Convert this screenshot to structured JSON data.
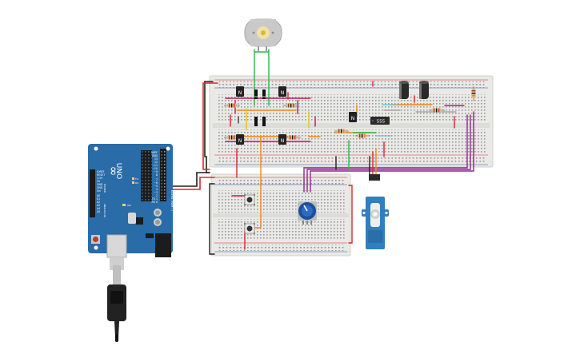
{
  "arduino": {
    "board_name": "UNO",
    "brand_mark": "∞",
    "on_label": "ON",
    "tx_label": "TX",
    "rx_label": "RX",
    "pin_labels": [
      "AREF",
      "GND",
      "13",
      "12",
      "~11",
      "~10",
      "~9",
      "8",
      "7",
      "~6",
      "~5",
      "4",
      "~3",
      "2",
      "TX 1",
      "RX 0"
    ],
    "power_labels": [
      "IOREF",
      "RESET",
      "3.3V",
      "5V",
      "GND",
      "GND",
      "Vin"
    ],
    "analog_labels": [
      "A0",
      "A1",
      "A2",
      "A3",
      "A4",
      "A5"
    ],
    "header_labels": [
      "DIGITAL (PWM ~)",
      "POWER",
      "ANALOG IN"
    ]
  },
  "chips": {
    "timer_label": "555",
    "transistor_label": "N"
  },
  "colors": {
    "board_blue": "#2a6ca8",
    "breadboard": "#e9e9e6",
    "wire_red": "#d9272d",
    "wire_black": "#202020",
    "wire_green": "#2fb54a",
    "wire_orange": "#ef8a17",
    "wire_purple": "#8e2a8b",
    "wire_magenta": "#c2185b",
    "wire_yellow": "#e8c21b",
    "servo_blue": "#2f7fc1",
    "pot_blue": "#1b4f9c"
  },
  "icons": {
    "motor": "dc-motor-icon",
    "servo": "servo-motor-icon",
    "potentiometer": "potentiometer-icon",
    "button": "pushbutton-icon",
    "capacitor": "electrolytic-capacitor-icon",
    "usb": "usb-cable-icon"
  }
}
